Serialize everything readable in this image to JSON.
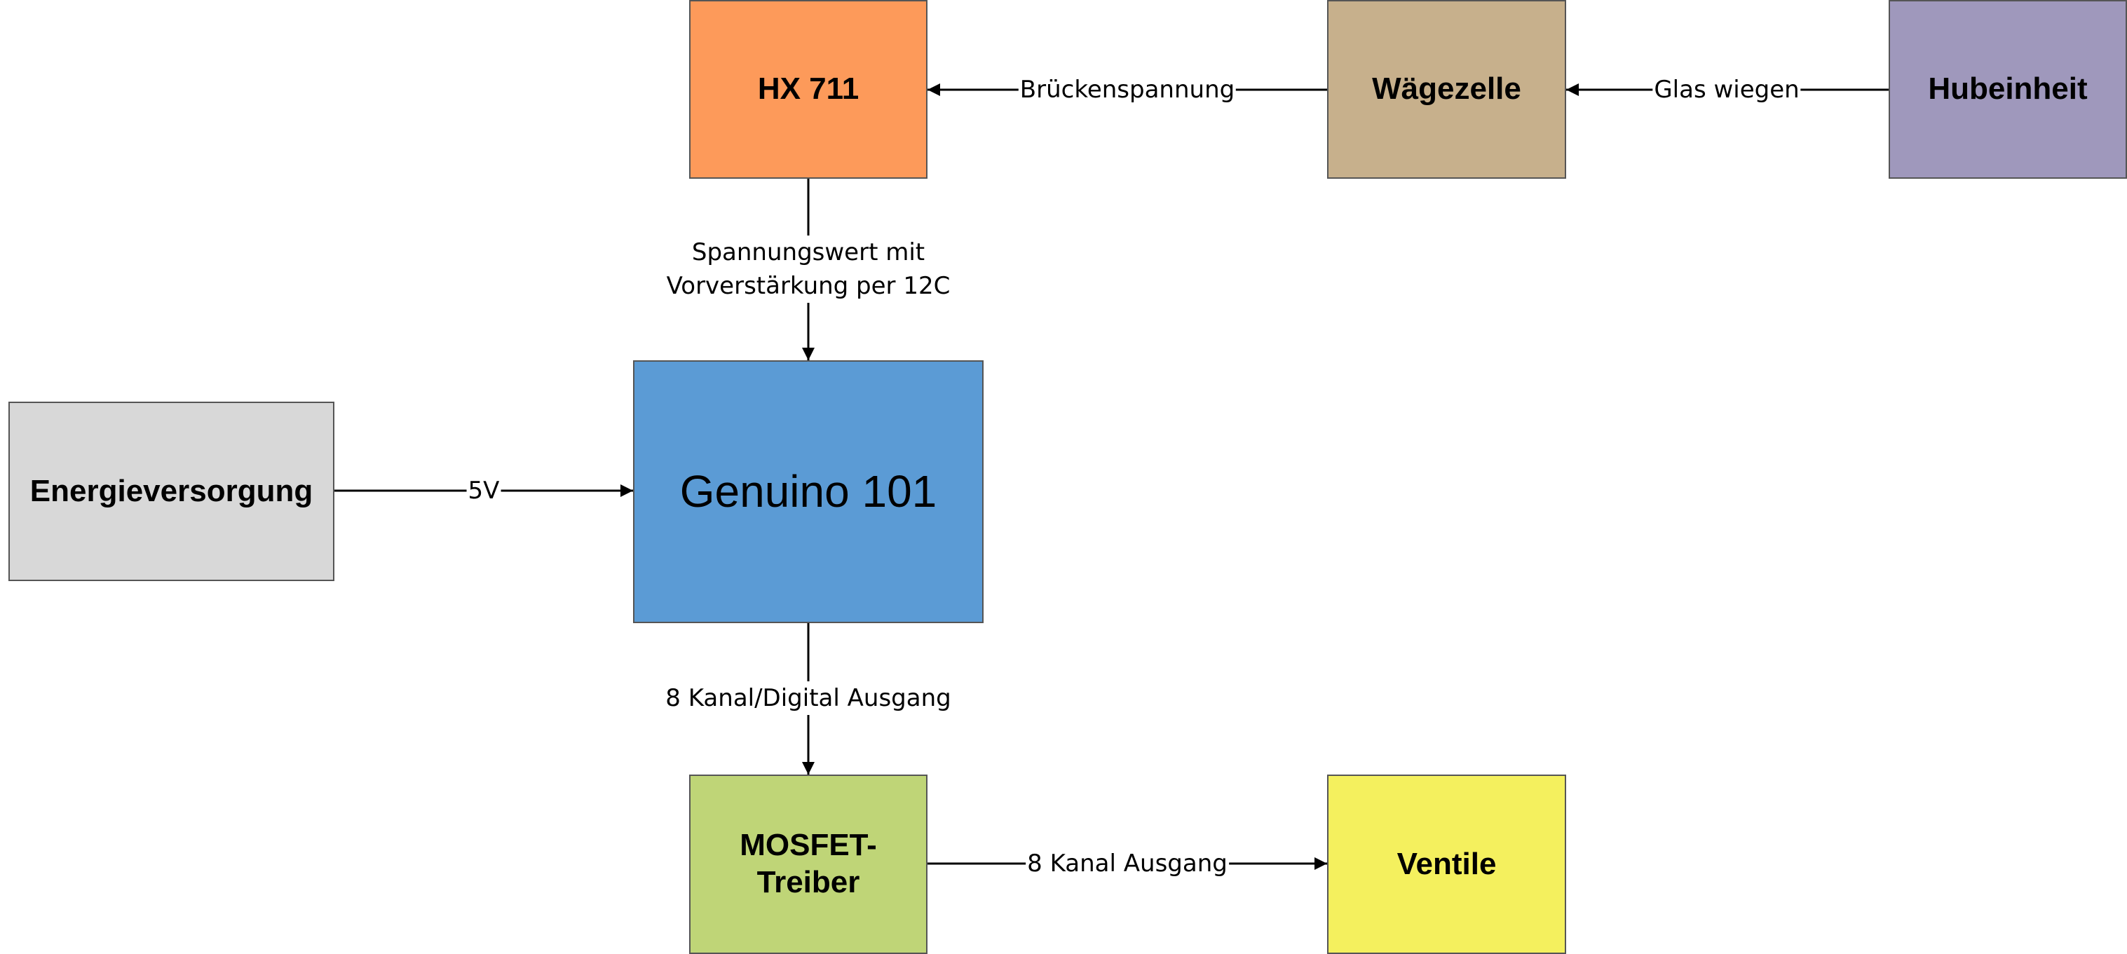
{
  "nodes": {
    "hx711": {
      "label": "HX 711",
      "color": "#fd9a5a"
    },
    "waegezelle": {
      "label": "Wägezelle",
      "color": "#c7b08c"
    },
    "hubeinheit": {
      "label": "Hubeinheit",
      "color": "#9f98bc"
    },
    "energie": {
      "label": "Energieversorgung",
      "color": "#d8d8d8"
    },
    "genuino": {
      "label": "Genuino 101",
      "color": "#5b9bd5"
    },
    "mosfet": {
      "label": "MOSFET-\nTreiber",
      "color": "#bfd577"
    },
    "ventile": {
      "label": "Ventile",
      "color": "#f4f05e"
    }
  },
  "edges": {
    "hub_to_waege": {
      "label": "Glas wiegen"
    },
    "waege_to_hx": {
      "label": "Brückenspannung"
    },
    "hx_to_genuino": {
      "label": "Spannungswert mit\nVorverstärkung per 12C"
    },
    "energie_to_genuino": {
      "label": "5V"
    },
    "genuino_to_mosfet": {
      "label": "8 Kanal/Digital Ausgang"
    },
    "mosfet_to_ventile": {
      "label": "8 Kanal Ausgang"
    }
  }
}
